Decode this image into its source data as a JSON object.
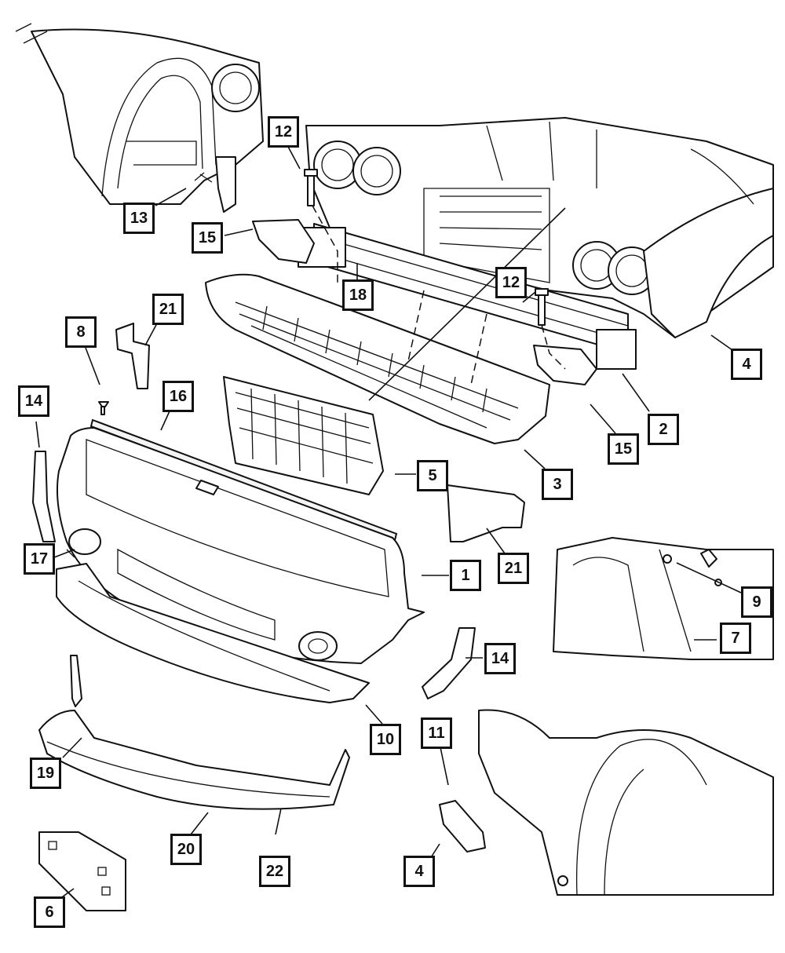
{
  "callouts": {
    "c1": "1",
    "c2": "2",
    "c3": "3",
    "c4a": "4",
    "c4b": "4",
    "c5": "5",
    "c6": "6",
    "c7": "7",
    "c8": "8",
    "c9": "9",
    "c10": "10",
    "c11": "11",
    "c12a": "12",
    "c12b": "12",
    "c13": "13",
    "c14a": "14",
    "c14b": "14",
    "c15a": "15",
    "c15b": "15",
    "c16": "16",
    "c17": "17",
    "c18": "18",
    "c19": "19",
    "c20": "20",
    "c21a": "21",
    "c21b": "21",
    "c22": "22"
  }
}
